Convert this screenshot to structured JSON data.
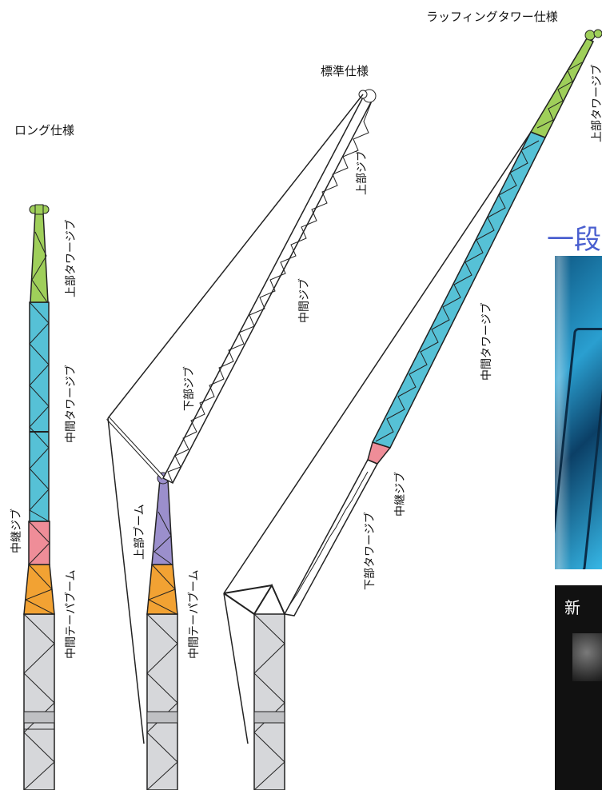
{
  "labels": {
    "long_spec": "ロング仕様",
    "standard_spec": "標準仕様",
    "luffing_spec": "ラッフィングタワー仕様"
  },
  "long": {
    "upper_tower_jib": "上部タワージブ",
    "middle_tower_jib": "中間タワージブ",
    "relay_jib": "中継ジブ",
    "middle_taper_boom": "中間テーパブーム"
  },
  "standard": {
    "upper_jib": "上部ジブ",
    "middle_jib": "中間ジブ",
    "lower_jib": "下部ジブ",
    "upper_boom": "上部ブーム",
    "middle_taper_boom": "中間テーパブーム"
  },
  "luffing": {
    "upper_tower_jib": "上部タワージブ",
    "middle_tower_jib": "中間タワージブ",
    "relay_jib": "中継ジブ",
    "lower_tower_jib": "下部タワージブ"
  },
  "right_panel": {
    "heading": "一段",
    "dark_text": "新"
  },
  "colors": {
    "upper_jib": "#9fcf5a",
    "tower_jib": "#56c1d6",
    "relay_jib": "#ef8d98",
    "taper_boom": "#f2a233",
    "upper_boom": "#9b8fcc",
    "base_boom": "#d6d7da",
    "heading": "#4a5fcf"
  }
}
